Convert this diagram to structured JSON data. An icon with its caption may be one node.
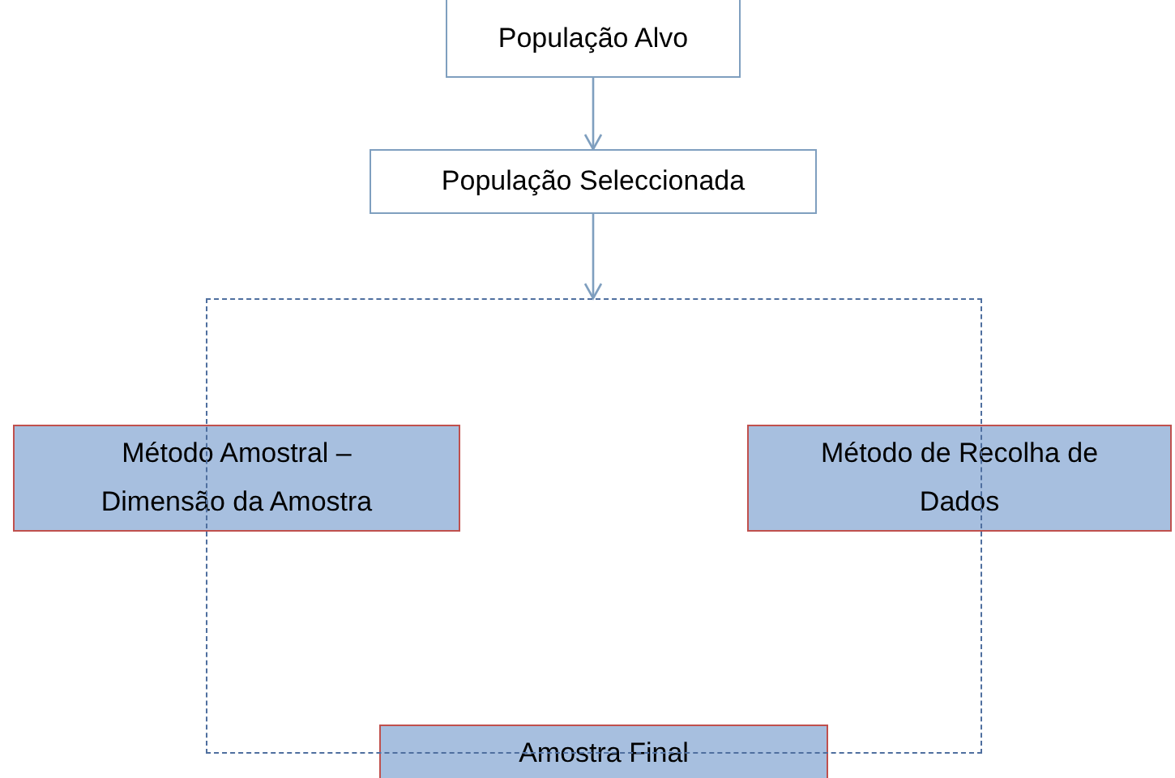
{
  "diagram": {
    "nodes": [
      {
        "text": [
          "População Alvo"
        ]
      },
      {
        "text": [
          "População Seleccionada"
        ]
      },
      {
        "text": [],
        "shape": "box"
      },
      {
        "text": [
          "Método Amostral – Dimensão da Amostra"
        ]
      },
      {
        "text": [
          "Método de Recolha de Dados"
        ]
      },
      {
        "text": [
          "Amostra Final"
        ]
      }
    ],
    "edges": [
      {
        "from": 0,
        "to": 1,
        "arrow": "to"
      },
      {
        "from": 1,
        "to": 2,
        "arrow": "to"
      }
    ]
  }
}
